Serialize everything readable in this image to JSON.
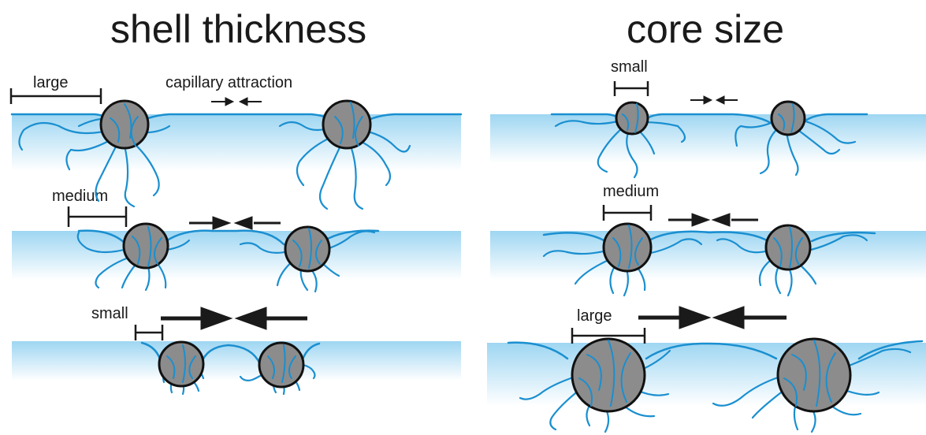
{
  "titles": {
    "left": "shell thickness",
    "right": "core size"
  },
  "shell_panels": {
    "large": "large",
    "capillary": "capillary attraction",
    "medium": "medium",
    "small": "small"
  },
  "core_panels": {
    "small": "small",
    "medium": "medium",
    "large": "large"
  },
  "colors": {
    "water_top": "#9ed6f2",
    "water_bottom": "#ffffff",
    "ligand": "#1a8fd0",
    "core_fill": "#8c8c8c",
    "core_stroke": "#111111",
    "ink": "#1a1a1a"
  }
}
